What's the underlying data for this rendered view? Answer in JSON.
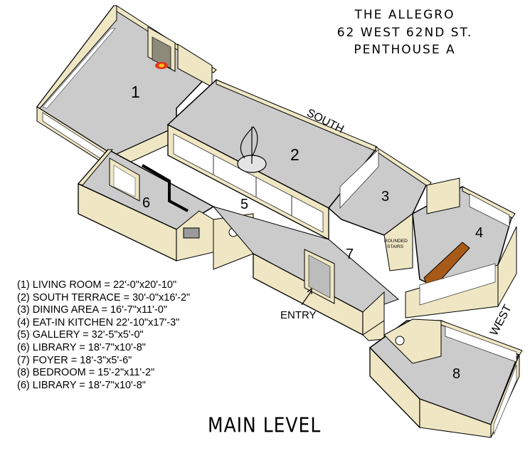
{
  "header": {
    "line1": "THE ALLEGRO",
    "line2_main": "62 WEST 62",
    "line2_suffix": "ND ST.",
    "line3": "PENTHOUSE A"
  },
  "rooms": {
    "r1": "1",
    "r2": "2",
    "r3": "3",
    "r4": "4",
    "r5": "5",
    "r6": "6",
    "r7": "7",
    "r8": "8"
  },
  "orientation": {
    "south": "SOUTH",
    "west": "WEST"
  },
  "entry_label": "ENTRY",
  "stairs_label": {
    "line1": "ROUNDED",
    "line2": "STAIRS"
  },
  "legend": [
    "(1) LIVING ROOM = 22'-0\"x20'-10\"",
    "(2) SOUTH TERRACE = 30'-0\"x16'-2\"",
    "(3) DINING AREA = 16'-7\"x11'-0\"",
    "(4) EAT-IN KITCHEN 22'-10\"x17'-3\"",
    "(5) GALLERY = 32'-5\"x5'-0\"",
    "(6) LIBRARY = 18'-7\"x10'-8\"",
    "(7) FOYER = 18'-3\"x5'-6\"",
    "(8) BEDROOM = 15'-2\"x11'-2\"",
    "(6) LIBRARY = 18'-7\"x10'-8\""
  ],
  "footer": "MAIN LEVEL",
  "colors": {
    "wall": "#efe6c4",
    "floor": "#c8c8c8",
    "window": "#ffffff",
    "fire": "#e8331a"
  }
}
